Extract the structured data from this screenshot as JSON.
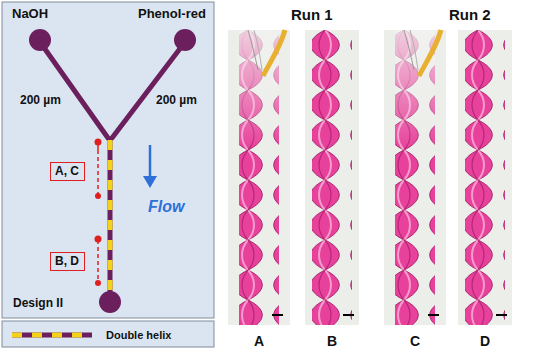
{
  "diagram": {
    "nodes": [
      {
        "text": [
          "A, C"
        ]
      },
      {
        "text": [
          "B, D"
        ]
      }
    ],
    "labels": [
      "NaOH",
      "Phenol-red",
      "200 µm",
      "200 µm",
      "Flow",
      "Design II",
      "Run 1",
      "Run 2",
      "A",
      "B",
      "C",
      "D"
    ],
    "legend": [
      {
        "text": "Double helix"
      }
    ]
  }
}
